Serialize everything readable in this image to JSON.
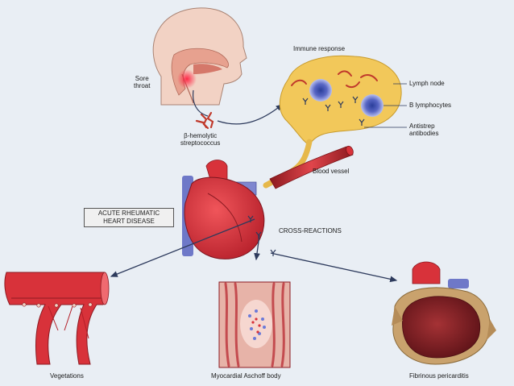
{
  "labels": {
    "sore_throat_1": "Sore",
    "sore_throat_2": "throat",
    "immune_response": "Immune response",
    "strep_1": "β-hemolytic",
    "strep_2": "streptococcus",
    "lymph_node": "Lymph node",
    "b_lymphocytes": "B lymphocytes",
    "antistrep_1": "Antistrep",
    "antistrep_2": "antibodies",
    "blood_vessel": "Blood vessel",
    "ard_1": "ACUTE RHEUMATIC",
    "ard_2": "HEART DISEASE",
    "cross_reactions": "CROSS-REACTIONS",
    "vegetations": "Vegetations",
    "aschoff": "Myocardial Aschoff body",
    "pericarditis": "Fibrinous pericarditis"
  },
  "colors": {
    "background": "#e9eef4",
    "skin": "#f2d2c4",
    "lymph_node": "#f2c85a",
    "heart_red": "#d8323a",
    "vessel_blue": "#6e78c8",
    "arrow": "#2d3a5c",
    "bacteria": "#c0392b"
  }
}
